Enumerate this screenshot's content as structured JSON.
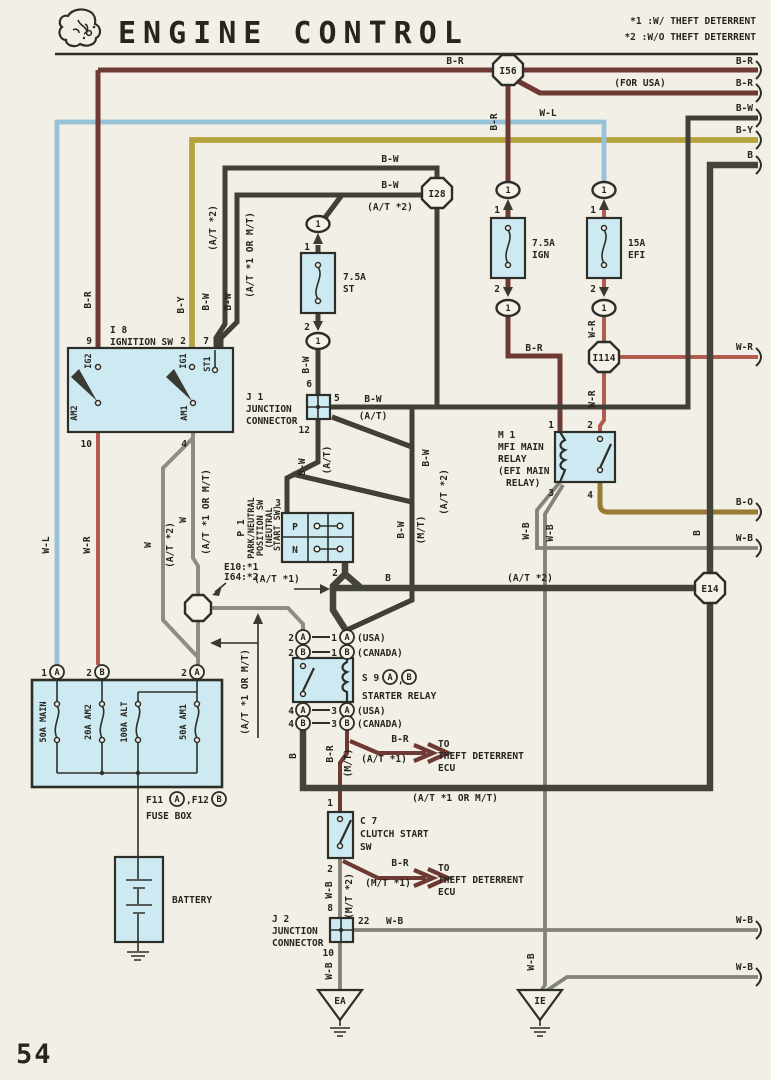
{
  "page": {
    "number": "54"
  },
  "header": {
    "title": "ENGINE CONTROL",
    "note1": "*1 :W/ THEFT DETERRENT",
    "note2": "*2 :W/O THEFT DETERRENT"
  },
  "wire": {
    "br": "B-R",
    "bw": "B-W",
    "by": "B-Y",
    "b": "B",
    "wl": "W-L",
    "wr": "W-R",
    "wb": "W-B",
    "bo": "B-O",
    "w": "W"
  },
  "ann": {
    "for_usa": "(FOR USA)",
    "at": "(A/T)",
    "at1": "(A/T *1)",
    "at2": "(A/T *2)",
    "mt": "(M/T)",
    "mt1": "(M/T *1)",
    "mt2": "(M/T *2)",
    "at1_mt": "(A/T *1 OR M/T)",
    "e10": "E10:*1",
    "i64": "I64:*2",
    "usa": "(USA)",
    "canada": "(CANADA)",
    "to": "TO",
    "theft": "THEFT DETERRENT",
    "ecu": "ECU"
  },
  "pin": {
    "n1": "1",
    "n2": "2",
    "n3": "3",
    "n4": "4",
    "n5": "5",
    "n6": "6",
    "n7": "7",
    "n8": "8",
    "n9": "9",
    "n10": "10",
    "n12": "12",
    "n22": "22"
  },
  "letter": {
    "a": "A",
    "b": "B"
  },
  "conn": {
    "i56": "I56",
    "i28": "I28",
    "i114": "I114",
    "e14": "E14"
  },
  "ground": {
    "ea": "EA",
    "ie": "IE"
  },
  "ign": {
    "id": "I 8",
    "name": "IGNITION SW",
    "ig2": "IG2",
    "ig1": "IG1",
    "st1": "ST1",
    "am2": "AM2",
    "am1": "AM1"
  },
  "fuses": {
    "st_a": "7.5A",
    "st_n": "ST",
    "ign_a": "7.5A",
    "ign_n": "IGN",
    "efi_a": "15A",
    "efi_n": "EFI"
  },
  "j1": {
    "id": "J 1",
    "l1": "JUNCTION",
    "l2": "CONNECTOR"
  },
  "j2": {
    "id": "J 2",
    "l1": "JUNCTION",
    "l2": "CONNECTOR"
  },
  "p1": {
    "id": "P 1",
    "l1": "PARK/NEUTRAL",
    "l2": "POSITION SW",
    "l3": "(NEUTRAL",
    "l4": "START SW)",
    "row_p": "P",
    "row_n": "N"
  },
  "m1": {
    "l1": "M 1",
    "l2": "MFI MAIN",
    "l3": "RELAY",
    "l4": "(EFI MAIN",
    "l5": "RELAY)"
  },
  "s9": {
    "id": "S 9",
    "sep": ",",
    "name": "STARTER RELAY"
  },
  "c7": {
    "id": "C 7",
    "l1": "CLUTCH START",
    "l2": "SW"
  },
  "fusebox": {
    "f11": "F11",
    "f12": ",F12",
    "name": "FUSE BOX",
    "fuse1": "50A MAIN",
    "fuse2": "20A AM2",
    "fuse3": "100A ALT",
    "fuse4": "50A AM1"
  },
  "battery": {
    "label": "BATTERY"
  }
}
